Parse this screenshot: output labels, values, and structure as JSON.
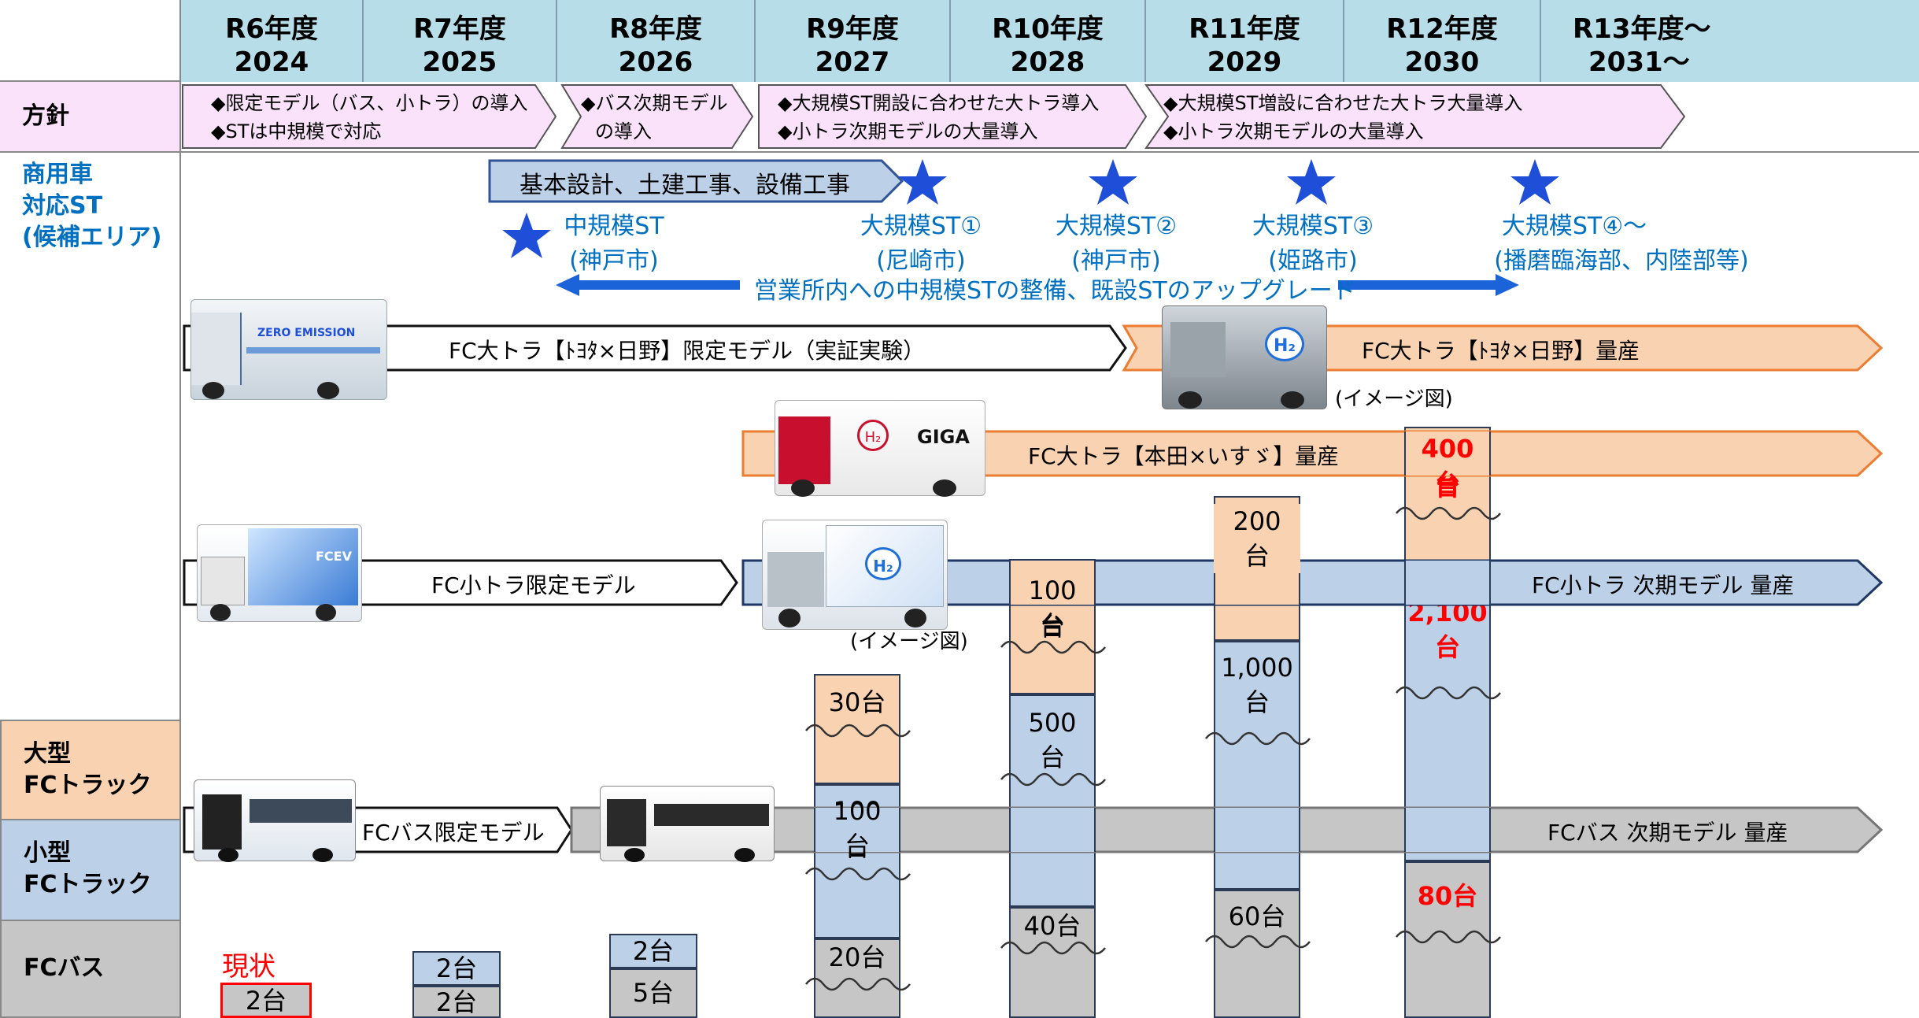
{
  "years": [
    {
      "era": "R6年度",
      "year": "2024"
    },
    {
      "era": "R7年度",
      "year": "2025"
    },
    {
      "era": "R8年度",
      "year": "2026"
    },
    {
      "era": "R9年度",
      "year": "2027"
    },
    {
      "era": "R10年度",
      "year": "2028"
    },
    {
      "era": "R11年度",
      "year": "2029"
    },
    {
      "era": "R12年度",
      "year": "2030"
    },
    {
      "era": "R13年度～",
      "year": "2031～"
    }
  ],
  "rows": {
    "policy": "方針",
    "station": "商用車\n対応ST\n(候補エリア)",
    "large_truck": "大型\nFCトラック",
    "small_truck": "小型\nFCトラック",
    "bus": "FCバス"
  },
  "policy": {
    "p1a": "◆限定モデル（バス、小トラ）の導入",
    "p1b": "◆STは中規模で対応",
    "p2a": "◆バス次期モデル",
    "p2b": "の導入",
    "p3a": "◆大規模ST開設に合わせた大トラ導入",
    "p3b": "◆小トラ次期モデルの大量導入",
    "p4a": "◆大規模ST増設に合わせた大トラ大量導入",
    "p4b": "◆小トラ次期モデルの大量導入"
  },
  "stations": {
    "construction": "基本設計、土建工事、設備工事",
    "mid": "中規模ST",
    "mid_loc": "(神戸市)",
    "l1": "大規模ST①",
    "l1_loc": "(尼崎市)",
    "l2": "大規模ST②",
    "l2_loc": "(神戸市)",
    "l3": "大規模ST③",
    "l3_loc": "(姫路市)",
    "l4": "大規模ST④～",
    "l4_loc": "(播磨臨海部、内陸部等)",
    "upgrade": "営業所内への中規模STの整備、既設STのアップグレード"
  },
  "bars": {
    "fc_large_limited": "FC大トラ【ﾄﾖﾀ×日野】限定モデル（実証実験）",
    "fc_large_mass": "FC大トラ【ﾄﾖﾀ×日野】量産",
    "image_note": "(イメージ図)",
    "fc_large_honda": "FC大トラ【本田×いすゞ】量産",
    "fc_small_limited": "FC小トラ限定モデル",
    "fc_small_mass": "FC小トラ 次期モデル 量産",
    "fc_bus_limited": "FCバス限定モデル",
    "fc_bus_mass": "FCバス 次期モデル 量産",
    "truck_zero": "ZERO EMISSION",
    "truck_fcev": "FCEV",
    "truck_giga": "GIGA",
    "h2": "H₂"
  },
  "counts": {
    "current": "現状",
    "r6_bus": "2台",
    "r7_small": "2台",
    "r7_bus": "2台",
    "r8_small": "2台",
    "r8_bus": "5台",
    "r9_large": "30台",
    "r9_small": "100\n台",
    "r9_bus": "20台",
    "r10_large": "100\n台",
    "r10_small": "500\n台",
    "r10_bus": "40台",
    "r11_large": "200\n台",
    "r11_small": "1,000\n台",
    "r11_bus": "60台",
    "r12_large": "400\n台",
    "r12_small": "2,100\n台",
    "r12_bus": "80台"
  },
  "colors": {
    "header": "#b7dde8",
    "policy": "#fbe2fb",
    "large": "#f9d2b1",
    "small": "#bcd0e8",
    "bus": "#c6c6c6",
    "station_text": "#0070c0",
    "red": "#ff0000",
    "star": "#1f4fd8"
  }
}
